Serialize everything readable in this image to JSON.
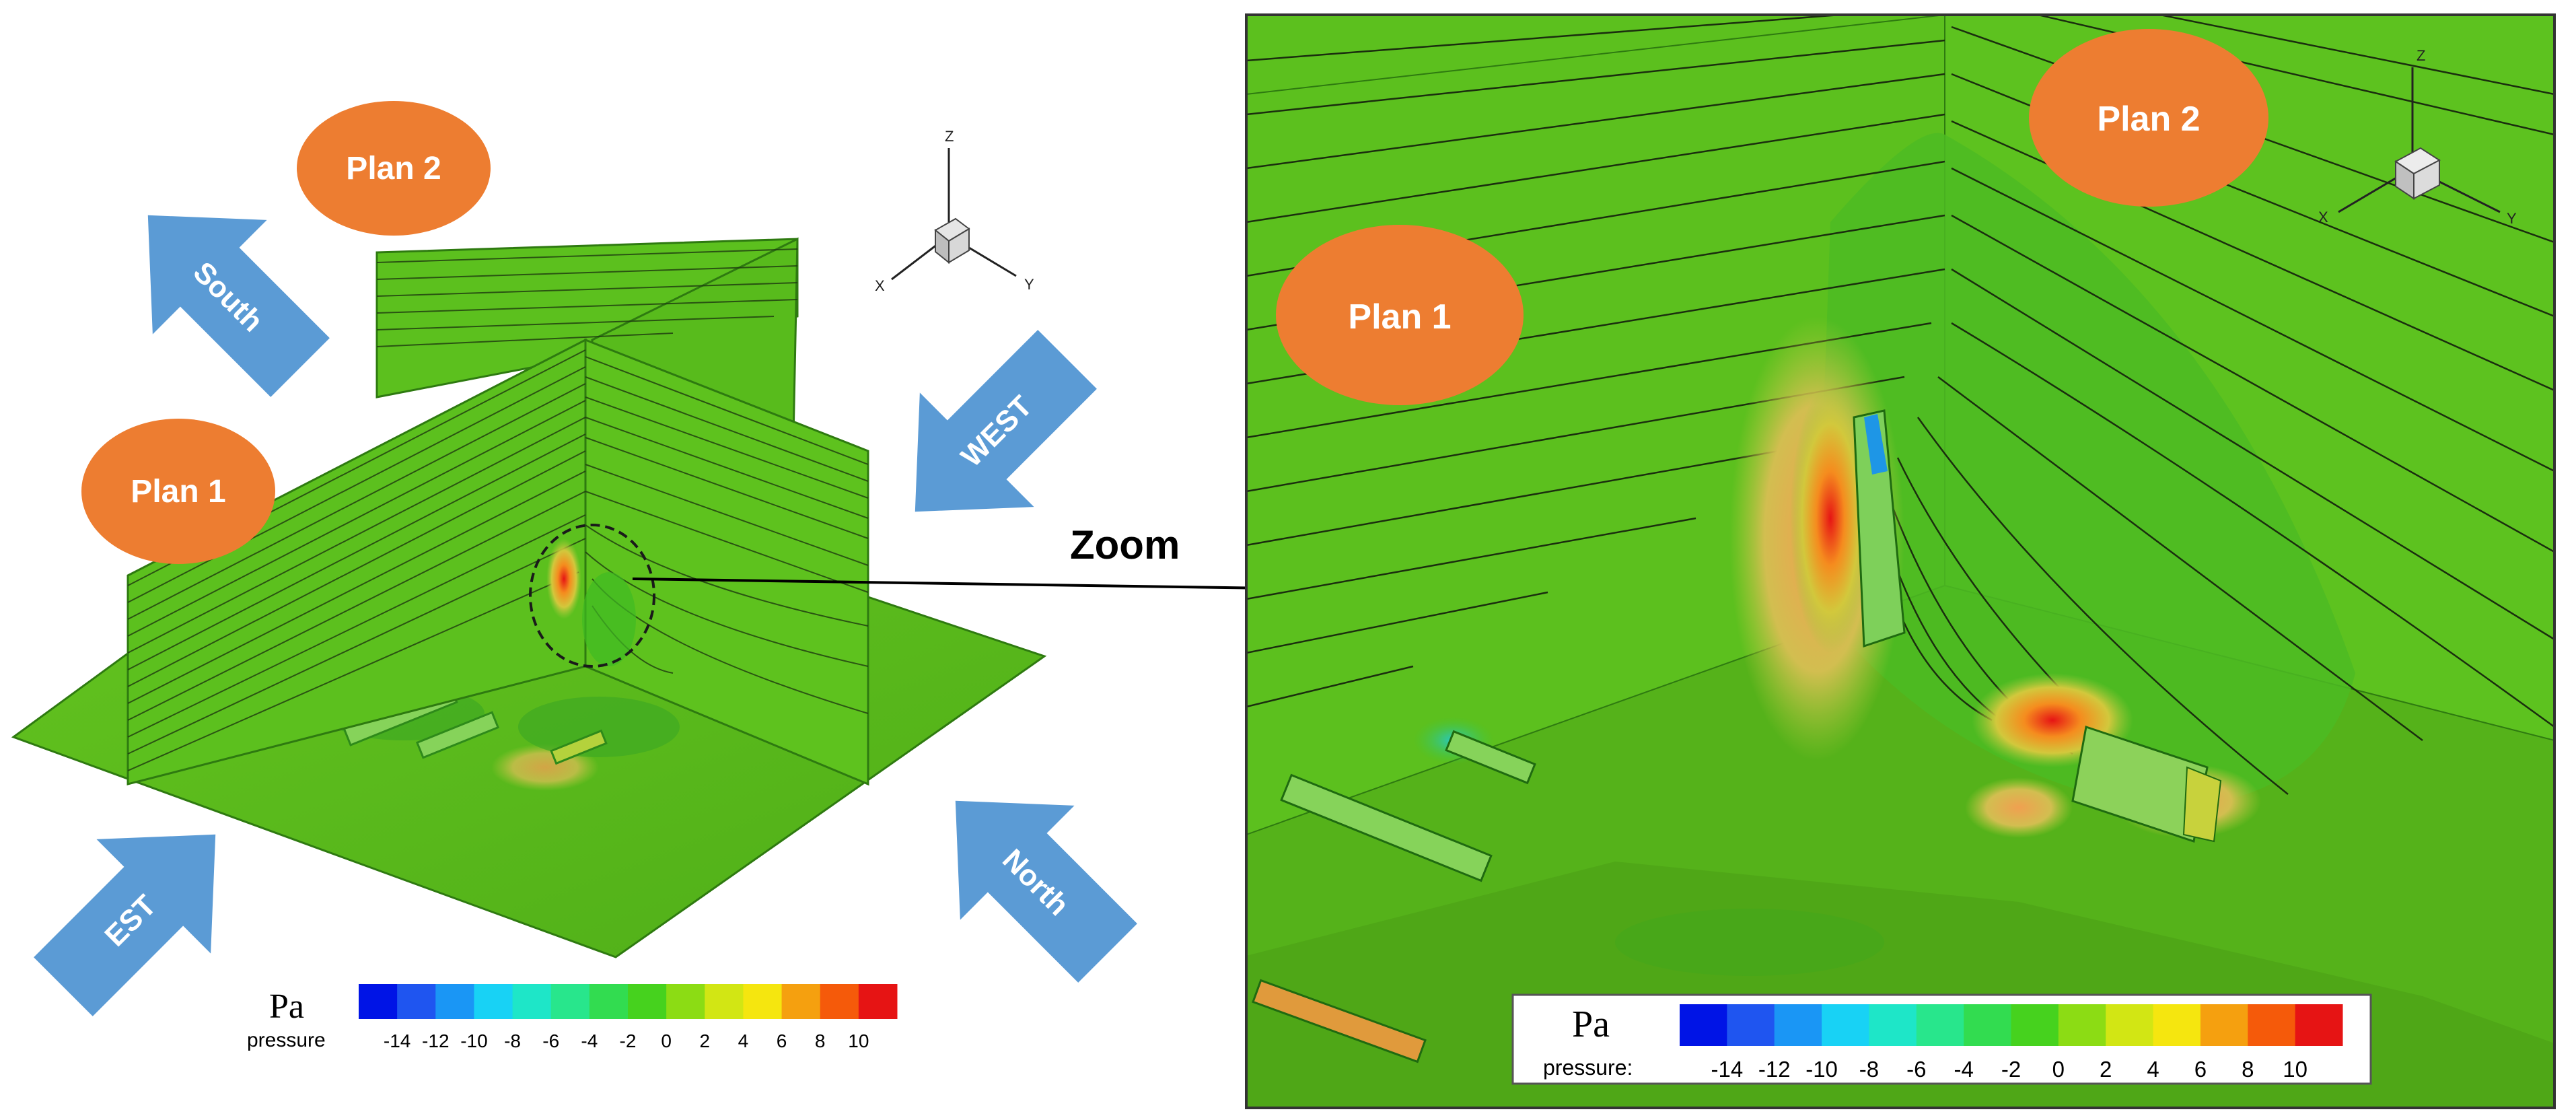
{
  "labels": {
    "plan1": "Plan 1",
    "plan2": "Plan 2",
    "zoom": "Zoom"
  },
  "directions": {
    "south": "South",
    "west": "WEST",
    "est": "EST",
    "north": "North"
  },
  "axes": {
    "x": "X",
    "y": "Y",
    "z": "Z"
  },
  "legend": {
    "unit": "Pa",
    "variable": "pressure",
    "variable_zoom": "pressure:",
    "ticks": [
      "-14",
      "-12",
      "-10",
      "-8",
      "-6",
      "-4",
      "-2",
      "0",
      "2",
      "4",
      "6",
      "8",
      "10"
    ],
    "colors": [
      "#0014e6",
      "#1f55f0",
      "#1a96f5",
      "#18d2f5",
      "#1ee6c8",
      "#28e68c",
      "#32dc50",
      "#46d21e",
      "#8cdc14",
      "#d2e614",
      "#f5e60f",
      "#f5a00f",
      "#f55a0a",
      "#e61414"
    ]
  },
  "colors": {
    "field": "#5cc01e",
    "arrow": "#5b9bd5",
    "badge": "#ed7d31"
  }
}
